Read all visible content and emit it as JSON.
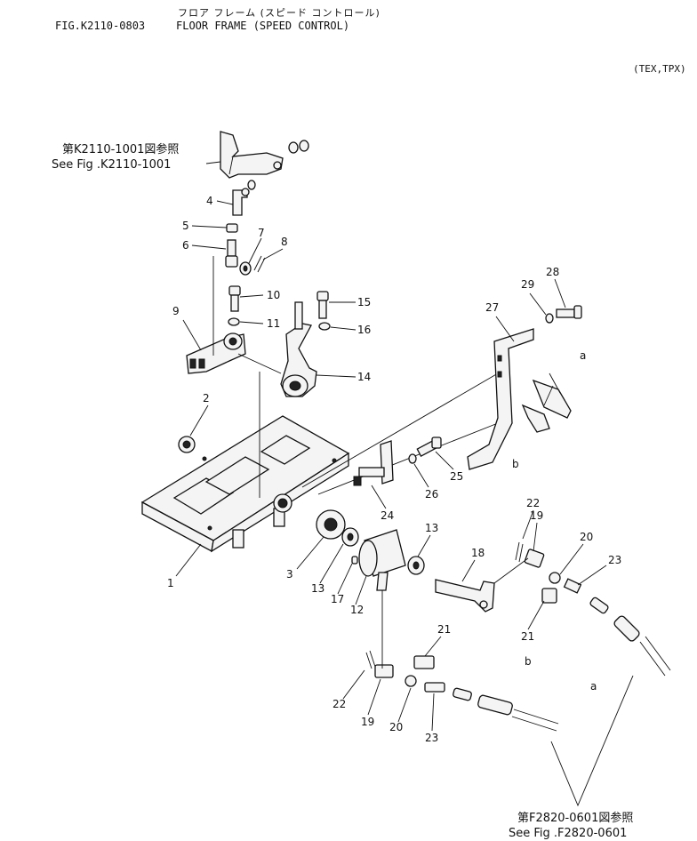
{
  "header": {
    "title_jp": "フロア フレーム (スピード コントロール)",
    "fig_no": "FIG.K2110-0803",
    "title_en": "FLOOR FRAME (SPEED CONTROL)",
    "variant": "(TEX,TPX)"
  },
  "refs": {
    "top_jp": "第K2110-1001図参照",
    "top_en": "See Fig .K2110-1001",
    "bottom_jp": "第F2820-0601図参照",
    "bottom_en": "See Fig .F2820-0601"
  },
  "callouts": [
    "1",
    "2",
    "3",
    "4",
    "5",
    "6",
    "7",
    "8",
    "9",
    "10",
    "11",
    "12",
    "13",
    "13",
    "14",
    "15",
    "16",
    "17",
    "18",
    "19",
    "19",
    "20",
    "20",
    "21",
    "21",
    "22",
    "22",
    "23",
    "23",
    "24",
    "25",
    "26",
    "27",
    "28",
    "29",
    "a",
    "a",
    "b",
    "b"
  ]
}
